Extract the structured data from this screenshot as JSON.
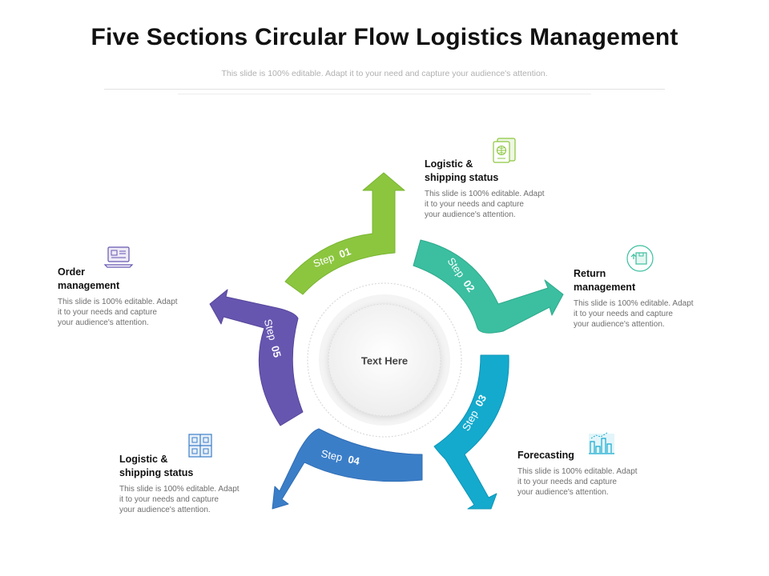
{
  "header": {
    "title": "Five Sections Circular Flow Logistics Management",
    "subtitle": "This slide is 100% editable. Adapt it to your need and capture your audience's attention."
  },
  "center": {
    "label": "Text Here"
  },
  "steps": [
    {
      "word": "Step",
      "num": "01",
      "color": "#8cc63f",
      "color_dark": "#78b52f"
    },
    {
      "word": "Step",
      "num": "02",
      "color": "#3bbfa0",
      "color_dark": "#2fa98c"
    },
    {
      "word": "Step",
      "num": "03",
      "color": "#14aacd",
      "color_dark": "#0b95b8"
    },
    {
      "word": "Step",
      "num": "04",
      "color": "#3b7ec8",
      "color_dark": "#2f6db4"
    },
    {
      "word": "Step",
      "num": "05",
      "color": "#6756b0",
      "color_dark": "#574599"
    }
  ],
  "sections": [
    {
      "heading": "Logistic &\nshipping status",
      "body": "This slide is 100% editable. Adapt\nit to your needs and capture\nyour audience's attention.",
      "icon": "passport-globe-icon"
    },
    {
      "heading": "Return\nmanagement",
      "body": "This slide is 100% editable. Adapt\nit to your needs and capture\nyour audience's attention.",
      "icon": "box-return-icon"
    },
    {
      "heading": "Forecasting",
      "body": "This slide is 100% editable. Adapt\nit to your needs and capture\nyour audience's attention.",
      "icon": "city-chart-icon"
    },
    {
      "heading": "Logistic &\nshipping status",
      "body": "This slide is 100% editable. Adapt\nit to your needs and capture\nyour audience's attention.",
      "icon": "warehouse-shelves-icon"
    },
    {
      "heading": "Order\nmanagement",
      "body": "This slide is 100% editable. Adapt\nit to your needs and capture\nyour audience's attention.",
      "icon": "laptop-order-icon"
    }
  ]
}
